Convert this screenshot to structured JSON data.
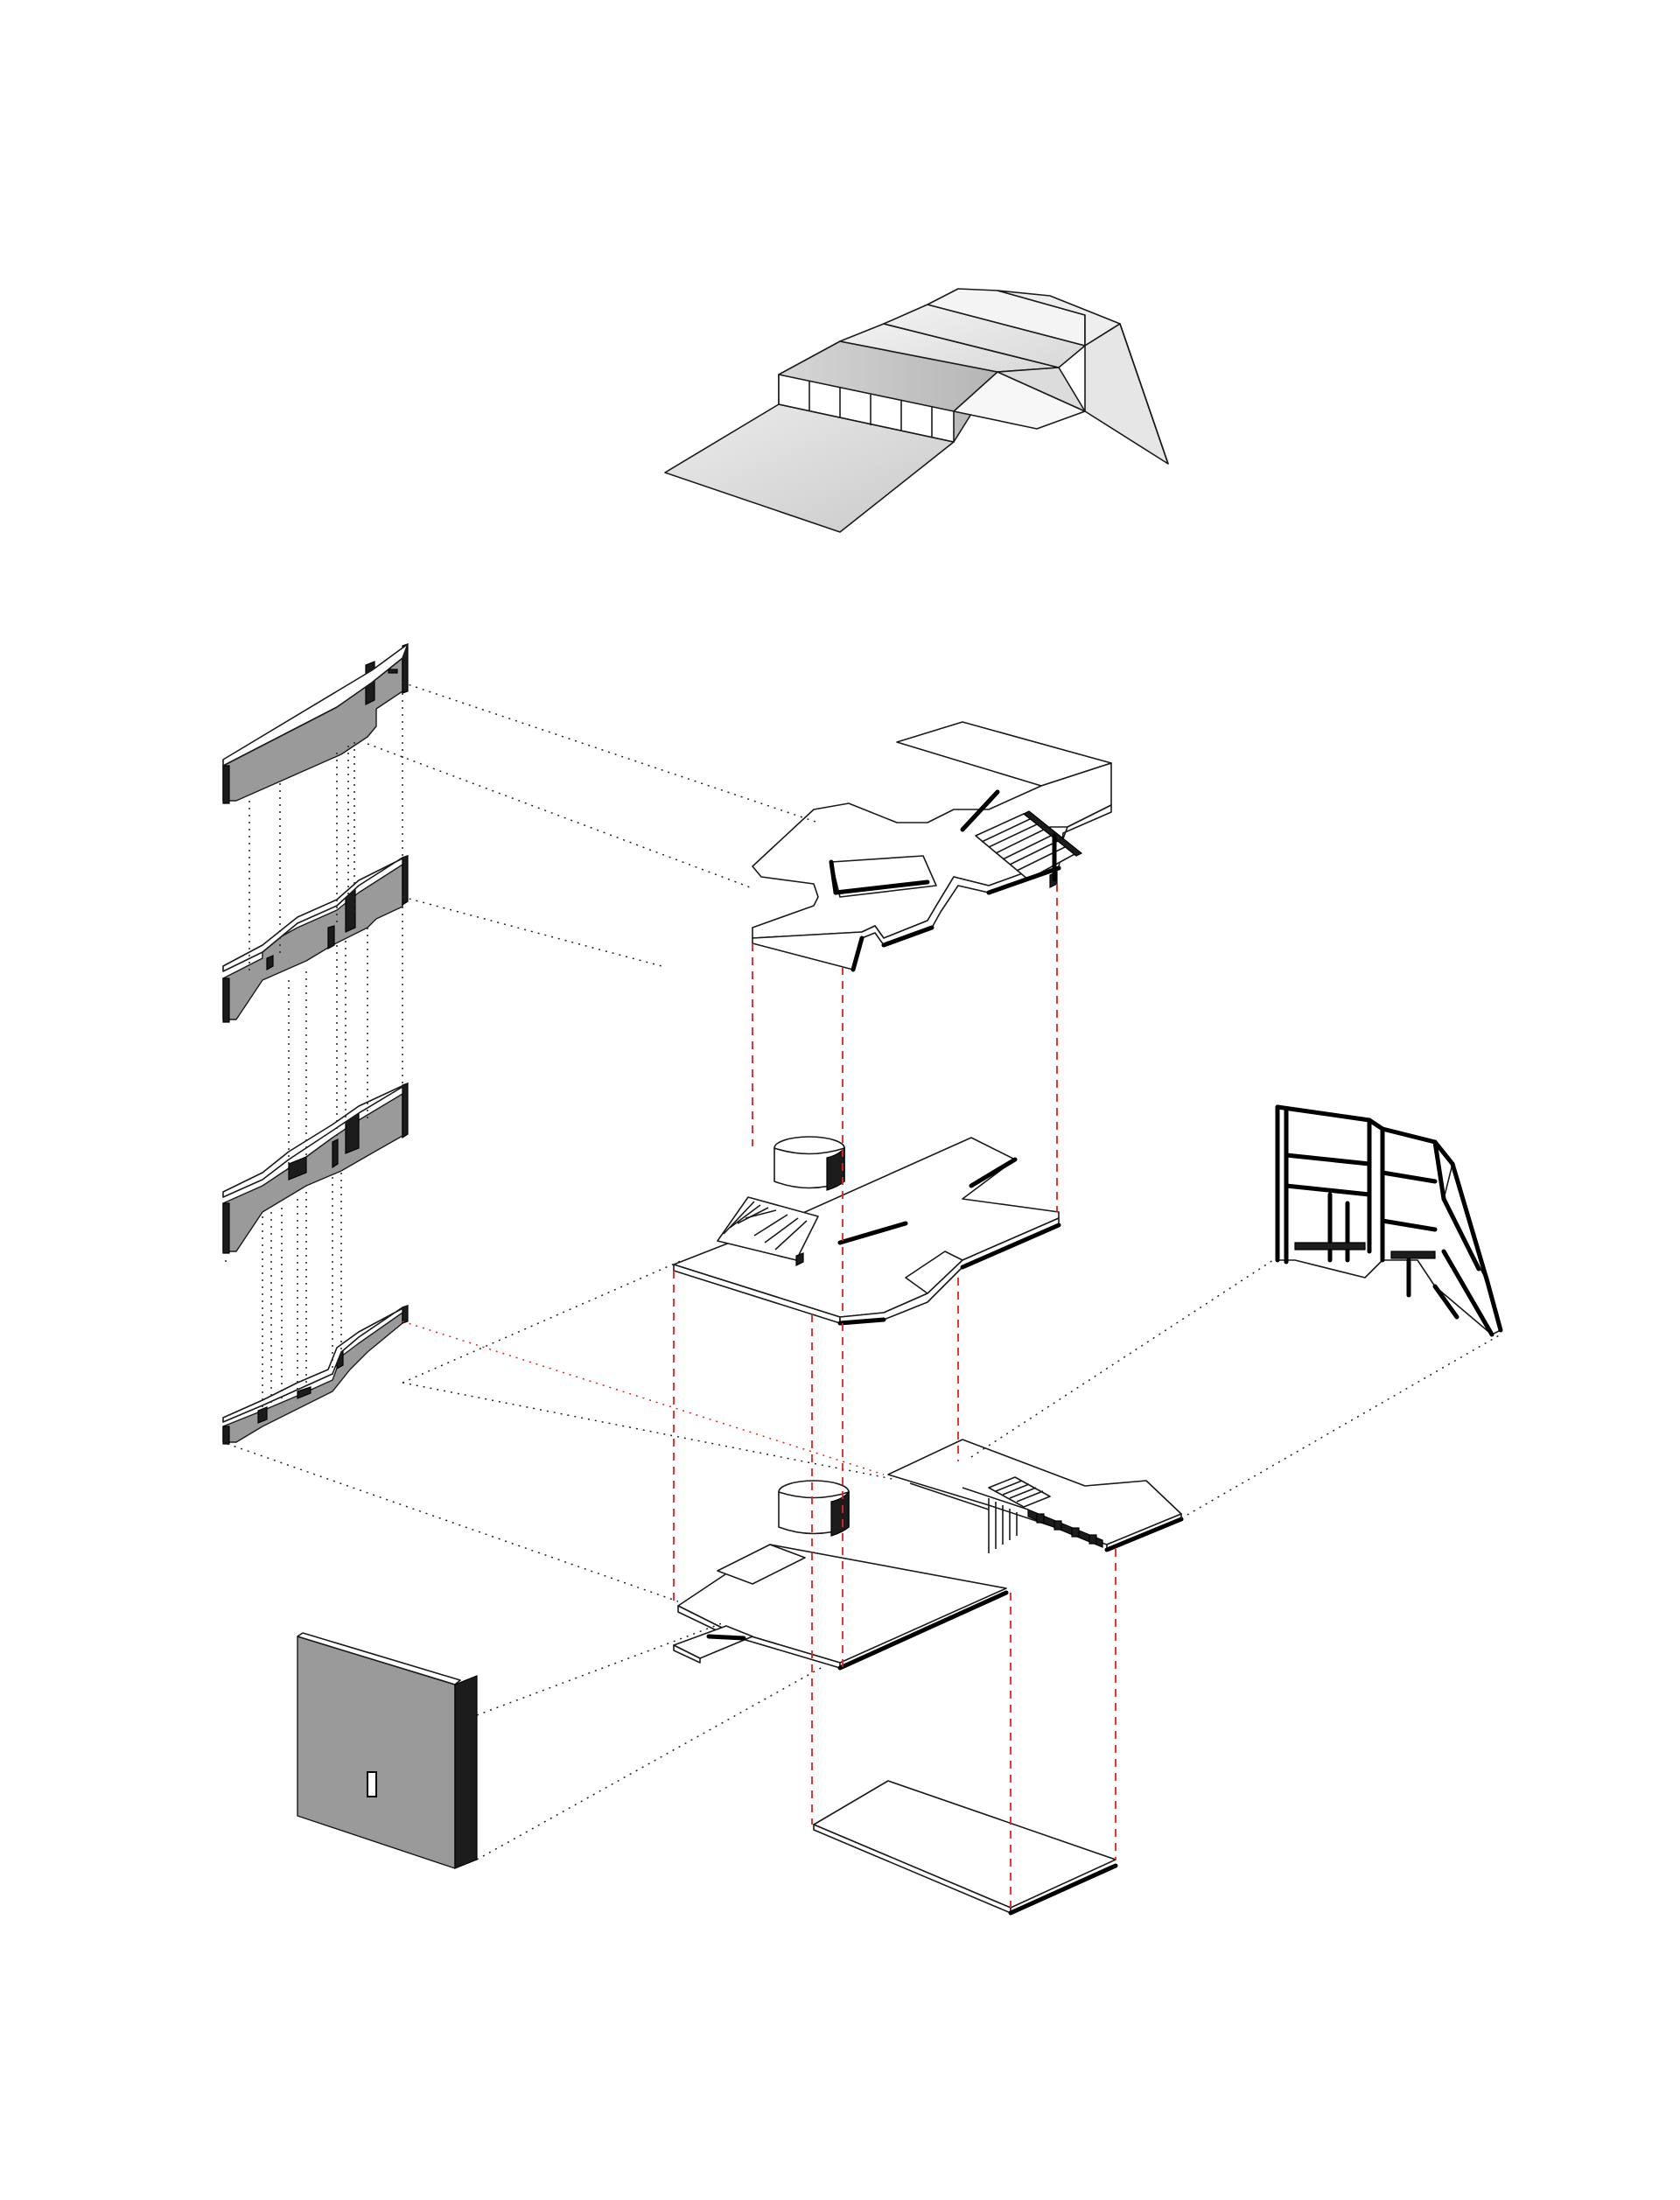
{
  "diagram": {
    "type": "exploded-axonometric",
    "colors": {
      "line": "#1a1a1a",
      "projection_red": "#e0221c",
      "section_grey": "#9a9a9a",
      "shadow": "#1c1c1c",
      "background": "#ffffff"
    },
    "components": [
      "roof-canopy",
      "wall-sections",
      "upper-floor-plate",
      "middle-floor-plate",
      "lower-floor-plate",
      "side-terrace-plate",
      "side-elevation-frame",
      "entrance-wall",
      "ground-slab"
    ]
  }
}
